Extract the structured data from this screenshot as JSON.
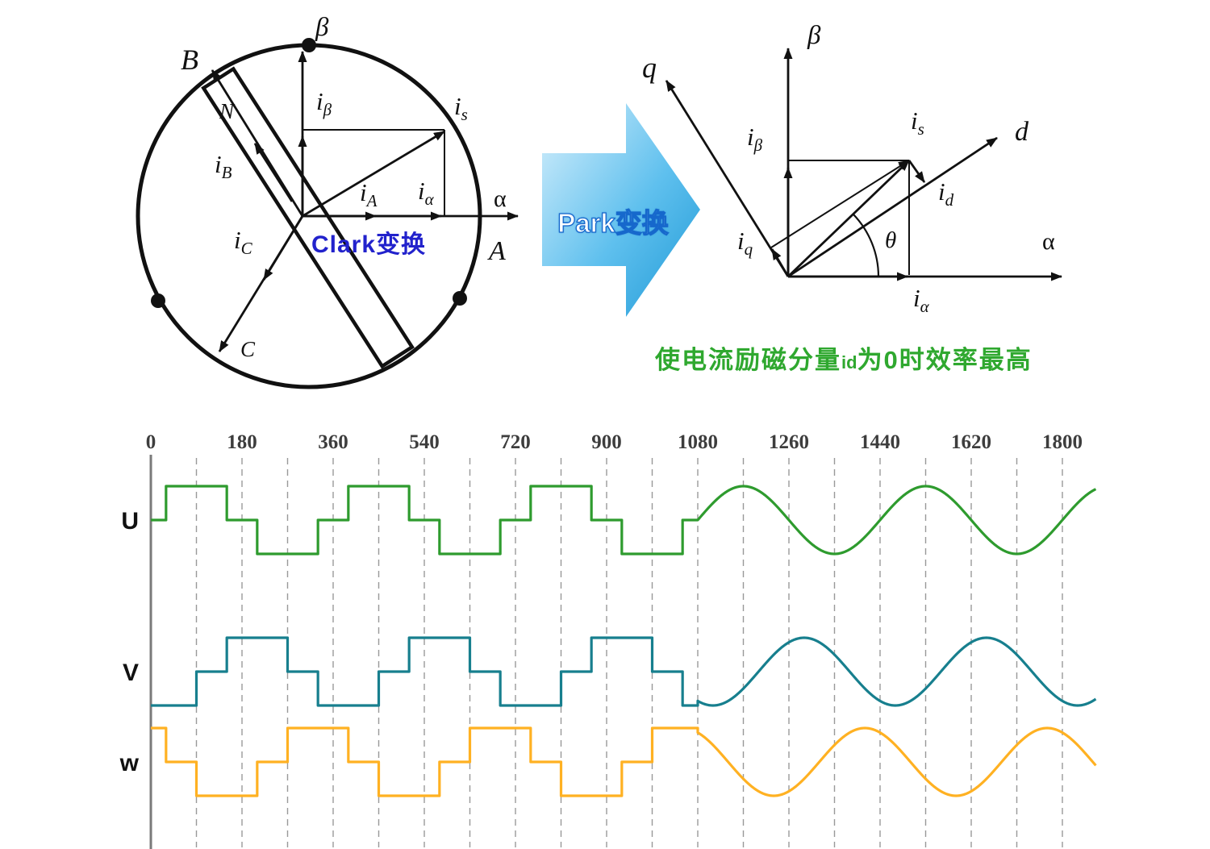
{
  "clark_diagram": {
    "axis_labels": {
      "beta": "β",
      "alpha": "α",
      "A": "A",
      "B": "B",
      "C": "C"
    },
    "rotor_pole": "N",
    "transform_label": "Clark变换",
    "transform_label_color": "#2222cc",
    "vectors": {
      "i_beta": {
        "main": "i",
        "sub": "β"
      },
      "i_s": {
        "main": "i",
        "sub": "s"
      },
      "i_B": {
        "main": "i",
        "sub": "B"
      },
      "i_A": {
        "main": "i",
        "sub": "A"
      },
      "i_alpha": {
        "main": "i",
        "sub": "α"
      },
      "i_C": {
        "main": "i",
        "sub": "C"
      }
    }
  },
  "park_arrow": {
    "label": "Park变换",
    "text_color": "#ffffff",
    "outline_color": "#1668cc",
    "gradient": [
      "#d8f0fc",
      "#5fc0ee",
      "#1f99d6"
    ]
  },
  "dq_diagram": {
    "axis_labels": {
      "beta": "β",
      "alpha": "α",
      "q": "q",
      "d": "d"
    },
    "angle": "θ",
    "vectors": {
      "i_s": {
        "main": "i",
        "sub": "s"
      },
      "i_beta": {
        "main": "i",
        "sub": "β"
      },
      "i_d": {
        "main": "i",
        "sub": "d"
      },
      "i_q": {
        "main": "i",
        "sub": "q"
      },
      "i_alpha": {
        "main": "i",
        "sub": "α"
      }
    }
  },
  "caption": {
    "part1": "使电流励磁分量",
    "part2": "id",
    "part3": "为0时效率最高",
    "color": "#2fa82f"
  },
  "chart_data": {
    "type": "line",
    "title": "",
    "x_tick_labels": [
      0,
      180,
      360,
      540,
      720,
      900,
      1080,
      1260,
      1440,
      1620,
      1800
    ],
    "x_range_deg": [
      0,
      1868
    ],
    "grid_interval_deg": 90,
    "grid_style": "dashed",
    "step_region_deg": [
      0,
      1080
    ],
    "sine_region_deg": [
      1080,
      1868
    ],
    "step_pattern_deg": [
      {
        "from": 0,
        "to": 30,
        "level": 0
      },
      {
        "from": 30,
        "to": 150,
        "level": 1
      },
      {
        "from": 150,
        "to": 210,
        "level": 0
      },
      {
        "from": 210,
        "to": 330,
        "level": -1
      },
      {
        "from": 330,
        "to": 360,
        "level": 0
      }
    ],
    "sine": {
      "amplitude": 1,
      "period_deg": 360,
      "zero_crossing_deg": 1080
    },
    "series": [
      {
        "name": "U",
        "color": "#2e9b2e",
        "phase_shift_deg": 0
      },
      {
        "name": "V",
        "color": "#177f8e",
        "phase_shift_deg": 120
      },
      {
        "name": "w",
        "color": "#ffb122",
        "phase_shift_deg": -120
      }
    ]
  }
}
